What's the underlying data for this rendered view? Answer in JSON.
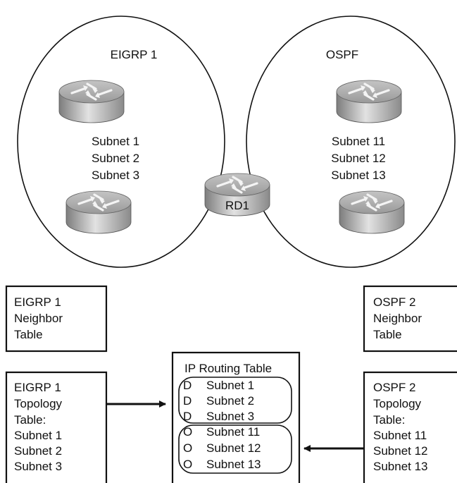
{
  "areas": {
    "eigrp": {
      "title": "EIGRP 1",
      "subnets": [
        "Subnet 1",
        "Subnet 2",
        "Subnet 3"
      ]
    },
    "ospf": {
      "title": "OSPF",
      "subnets": [
        "Subnet 11",
        "Subnet 12",
        "Subnet 13"
      ]
    }
  },
  "router": {
    "label": "RD1"
  },
  "tables": {
    "eigrp_neighbor": {
      "lines": [
        "EIGRP 1",
        "Neighbor",
        "Table"
      ]
    },
    "ospf_neighbor": {
      "lines": [
        "OSPF 2",
        "Neighbor",
        "Table"
      ]
    },
    "eigrp_topology": {
      "lines": [
        "EIGRP 1",
        "Topology",
        "Table:",
        "Subnet 1",
        "Subnet 2",
        "Subnet 3"
      ]
    },
    "ospf_topology": {
      "lines": [
        "OSPF 2",
        "Topology",
        "Table:",
        "Subnet 11",
        "Subnet 12",
        "Subnet 13"
      ]
    },
    "ip_routing": {
      "title": "IP Routing Table",
      "eigrp_routes": [
        {
          "code": "D",
          "subnet": "Subnet 1"
        },
        {
          "code": "D",
          "subnet": "Subnet 2"
        },
        {
          "code": "D",
          "subnet": "Subnet 3"
        }
      ],
      "ospf_routes": [
        {
          "code": "O",
          "subnet": "Subnet 11"
        },
        {
          "code": "O",
          "subnet": "Subnet 12"
        },
        {
          "code": "O",
          "subnet": "Subnet 13"
        }
      ]
    }
  }
}
